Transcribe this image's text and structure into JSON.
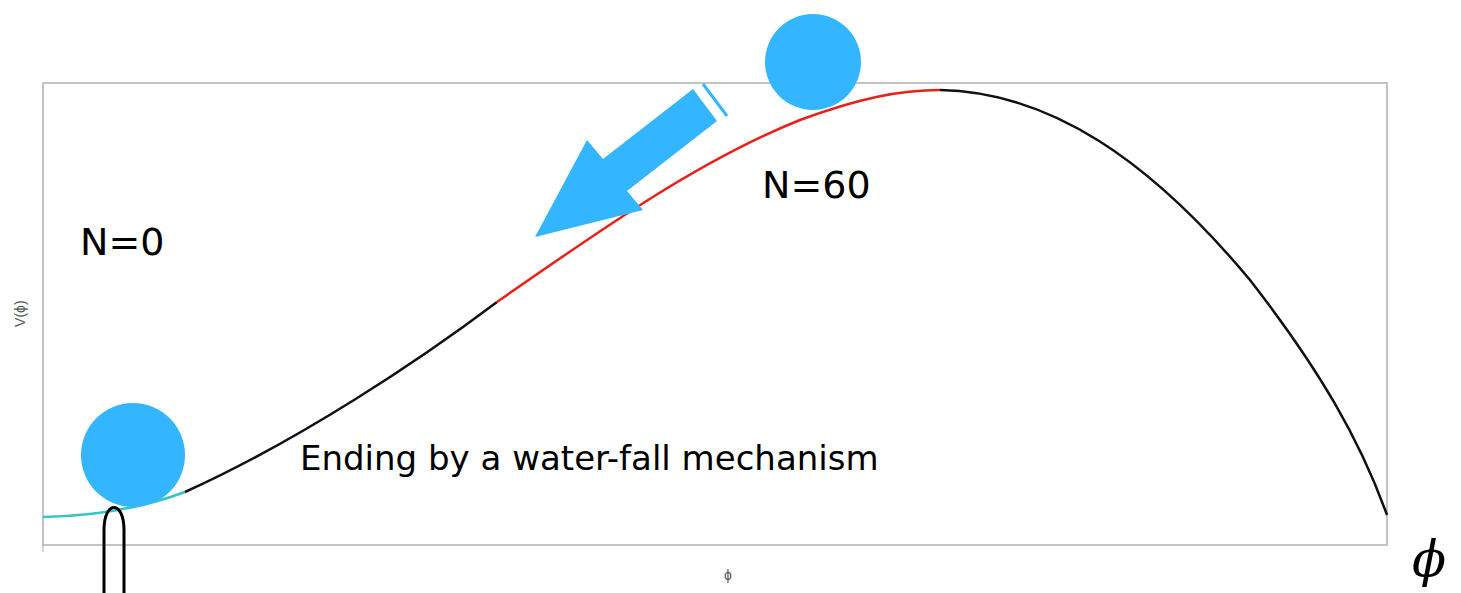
{
  "diagram": {
    "labels": [
      "N=60",
      "N=0",
      "Ending by a water-fall mechanism",
      "V(ϕ)",
      "ϕ",
      "ϕ"
    ]
  }
}
